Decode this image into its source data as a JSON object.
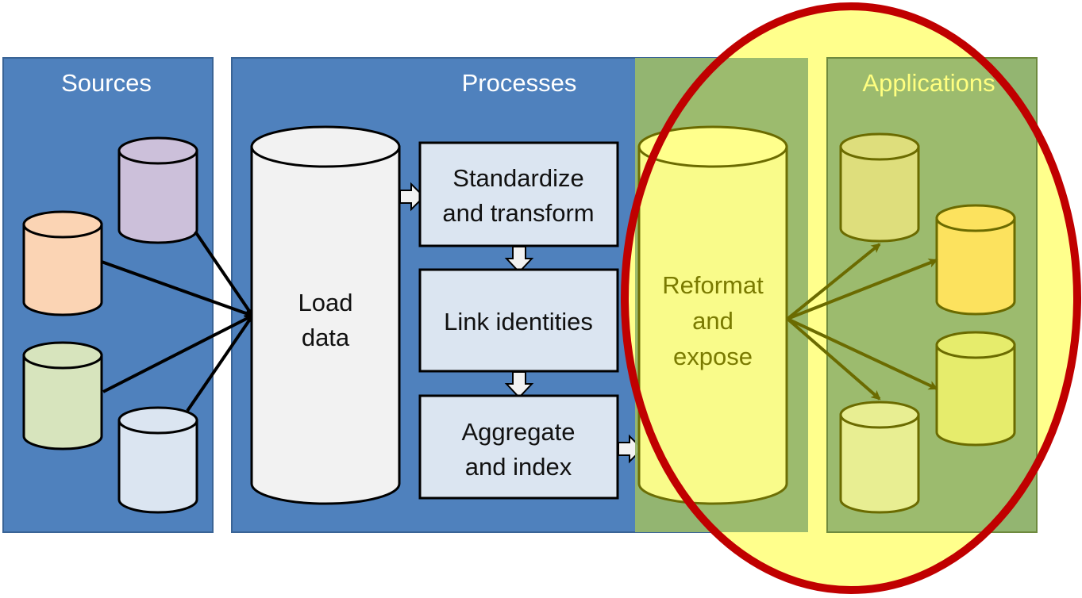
{
  "panels": {
    "sources": {
      "title": "Sources"
    },
    "processes": {
      "title": "Processes"
    },
    "applications": {
      "title": "Applications"
    }
  },
  "load": {
    "line1": "Load",
    "line2": "data"
  },
  "steps": [
    {
      "line1": "Standardize",
      "line2": "and transform"
    },
    {
      "line1": "Link identities",
      "line2": ""
    },
    {
      "line1": "Aggregate",
      "line2": "and index"
    }
  ],
  "expose": {
    "line1": "Reformat",
    "line2": "and",
    "line3": "expose"
  },
  "colors": {
    "panel_blue": "#4f81bd",
    "panel_border": "#3a6496",
    "highlight_yellow": "#ffff8c",
    "ellipse_red": "#c00000",
    "olive_text": "#7a7a00",
    "source_purple": "#ccc0da",
    "source_orange": "#fbd4b4",
    "source_green": "#d7e4bd",
    "source_blue": "#dbe5f1"
  }
}
